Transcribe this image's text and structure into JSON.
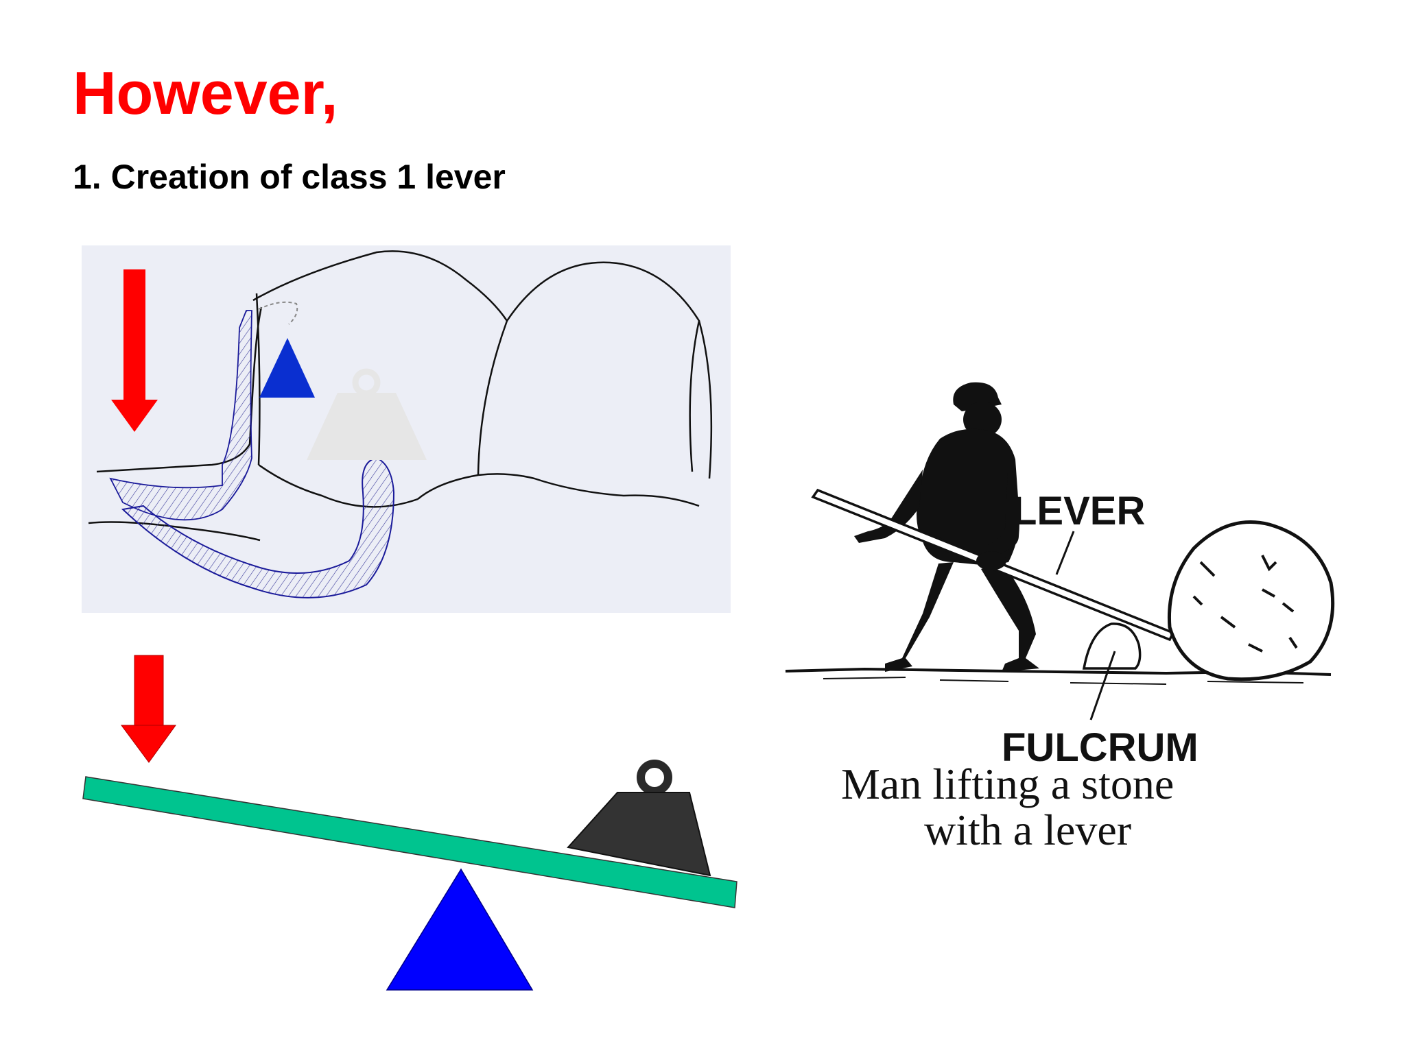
{
  "slide": {
    "title": "However,",
    "subtitle": "1. Creation of class 1 lever"
  },
  "illustration": {
    "lever_label": "LEVER",
    "fulcrum_label": "FULCRUM",
    "caption_line1": "Man lifting a stone",
    "caption_line2": "with a lever"
  },
  "colors": {
    "title": "#ff0000",
    "force_arrow": "#ff0000",
    "fulcrum": "#0000ff",
    "beam": "#00c48f",
    "weight": "#333333",
    "clasp_outline": "#1a1a9a"
  },
  "icons": {
    "force": "down-arrow-icon",
    "fulcrum": "triangle-icon",
    "load": "weight-icon"
  }
}
